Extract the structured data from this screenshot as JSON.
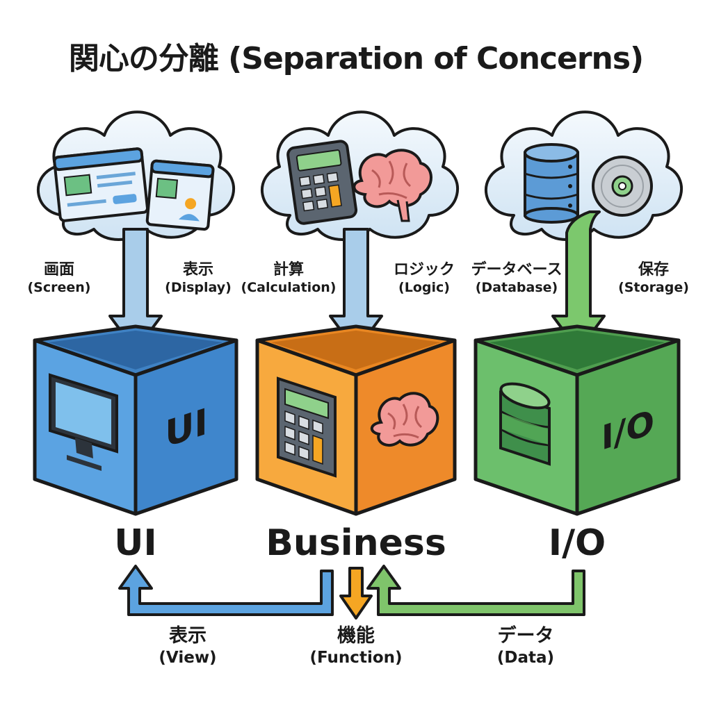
{
  "title": "関心の分離 (Separation of Concerns)",
  "modules": [
    {
      "name": "UI",
      "face_text": "UI",
      "color": "#4f97d8",
      "labels": [
        {
          "jp": "画面",
          "en": "(Screen)"
        },
        {
          "jp": "表示",
          "en": "(Display)"
        }
      ]
    },
    {
      "name": "Business",
      "face_text": "",
      "color": "#f0922c",
      "labels": [
        {
          "jp": "計算",
          "en": "(Calculation)"
        },
        {
          "jp": "ロジック",
          "en": "(Logic)"
        }
      ]
    },
    {
      "name": "I/O",
      "face_text": "I/O",
      "color": "#5aae5a",
      "labels": [
        {
          "jp": "データベース",
          "en": "(Database)"
        },
        {
          "jp": "保存",
          "en": "(Storage)"
        }
      ]
    }
  ],
  "flows": [
    {
      "jp": "表示",
      "en": "(View)",
      "color": "#5ca3e0"
    },
    {
      "jp": "機能",
      "en": "(Function)",
      "color": "#f5a623"
    },
    {
      "jp": "データ",
      "en": "(Data)",
      "color": "#7fc46b"
    }
  ],
  "icons": {
    "ui_cloud": [
      "browser-window-icon",
      "profile-card-icon"
    ],
    "business_cloud": [
      "calculator-icon",
      "brain-icon"
    ],
    "io_cloud": [
      "database-icon",
      "disc-icon"
    ],
    "ui_cube": "monitor-icon",
    "business_cube": [
      "calculator-icon",
      "brain-icon"
    ],
    "io_cube": "database-icon"
  }
}
